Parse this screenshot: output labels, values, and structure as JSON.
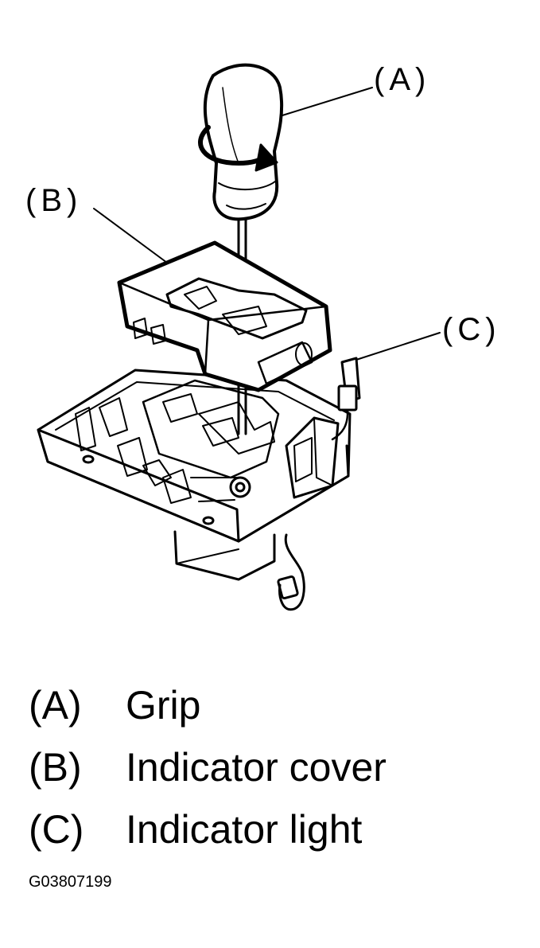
{
  "callouts": {
    "a": "(A)",
    "b": "(B)",
    "c": "(C)"
  },
  "legend": [
    {
      "key": "(A)",
      "text": "Grip"
    },
    {
      "key": "(B)",
      "text": "Indicator cover"
    },
    {
      "key": "(C)",
      "text": "Indicator light"
    }
  ],
  "figure_code": "G03807199",
  "colors": {
    "ink": "#000000",
    "paper": "#ffffff"
  }
}
